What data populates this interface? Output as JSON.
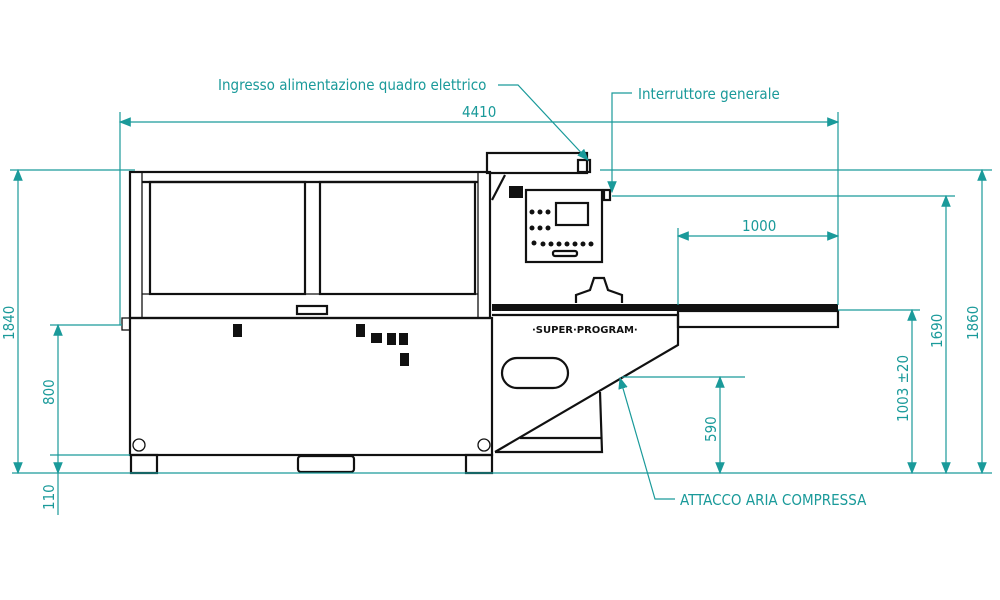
{
  "colors": {
    "dimension": "#1a9a9a",
    "machine": "#111111"
  },
  "labels": {
    "power_inlet": "Ingresso alimentazione quadro elettrico",
    "main_switch": "Interruttore generale",
    "air_connection": "ATTACCO ARIA COMPRESSA",
    "brand": "·SUPER·PROGRAM·"
  },
  "dimensions": {
    "overall_length": "4410",
    "table_extension": "1000",
    "overall_height": "1840",
    "base_height": "800",
    "foot_height": "110",
    "work_height": "1003 ±20",
    "switch_height": "1690",
    "max_height": "1860",
    "air_height": "590"
  }
}
